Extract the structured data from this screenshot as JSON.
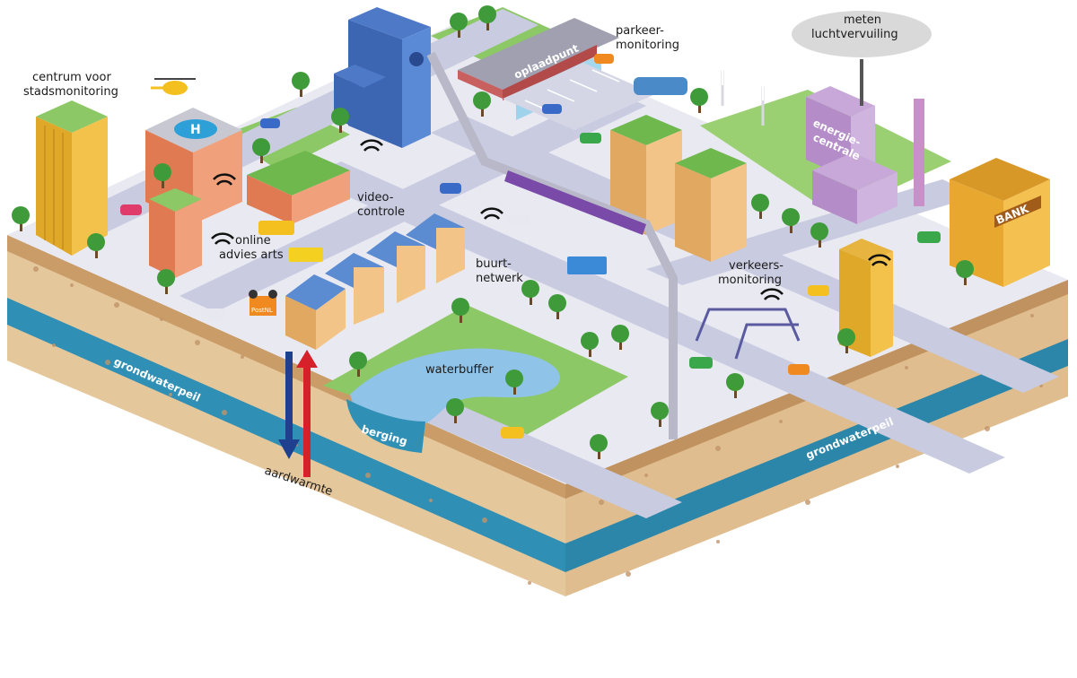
{
  "labels": {
    "centrum": [
      "centrum voor",
      "stadsmonitoring"
    ],
    "oplaadpunt": "oplaadpunt",
    "parkeer": [
      "parkeer-",
      "monitoring"
    ],
    "meten": [
      "meten",
      "luchtvervuiling"
    ],
    "energie": [
      "energie-",
      "centrale"
    ],
    "video": [
      "video-",
      "controle"
    ],
    "online": [
      "online",
      "advies arts"
    ],
    "buurt": [
      "buurt-",
      "netwerk"
    ],
    "verkeers": [
      "verkeers-",
      "monitoring"
    ],
    "bank": "BANK",
    "waterbuffer": "waterbuffer",
    "berging": "berging",
    "grondwaterpeil_left": "grondwaterpeil",
    "grondwaterpeil_right": "grondwaterpeil",
    "aardwarmte": "aardwarmte",
    "postnl": "PostNL"
  },
  "colors": {
    "ground_top": "#e9e9f2",
    "grass": "#8cc865",
    "road": "#c9cbe0",
    "soil": "#e5c79c",
    "groundwater": "#2f8fb4",
    "water": "#8fc3e8",
    "arrow_down": "#1f3f8f",
    "arrow_up": "#d6202a"
  },
  "icons": [
    "wifi-icon",
    "helicopter-icon",
    "drone-icon",
    "wind-turbine-icon",
    "solar-panel-icon",
    "police-logo-icon",
    "helipad-icon"
  ]
}
